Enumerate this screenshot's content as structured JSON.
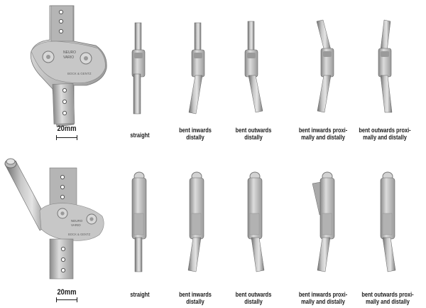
{
  "scale_label": "20mm",
  "top_row": {
    "items": [
      {
        "label": "straight"
      },
      {
        "label": "bent inwards\ndistally"
      },
      {
        "label": "bent outwards\ndistally"
      },
      {
        "label": "bent inwards proxi-\nmally and distally"
      },
      {
        "label": "bent outwards proxi-\nmally and distally"
      }
    ]
  },
  "bottom_row": {
    "items": [
      {
        "label": "straight"
      },
      {
        "label": "bent inwards\ndistally"
      },
      {
        "label": "bent outwards\ndistally"
      },
      {
        "label": "bent inwards proxi-\nmally and distally"
      },
      {
        "label": "bent outwards proxi-\nmally and distally"
      }
    ]
  },
  "joint_engraving": {
    "brand": "NEURO",
    "model": "VARIO",
    "maker": "BOCK & GENTZ"
  },
  "colors": {
    "metal_light": "#d6d6d6",
    "metal_mid": "#a9a9a9",
    "metal_dark": "#6e6e6e",
    "text": "#1a1a1a"
  }
}
